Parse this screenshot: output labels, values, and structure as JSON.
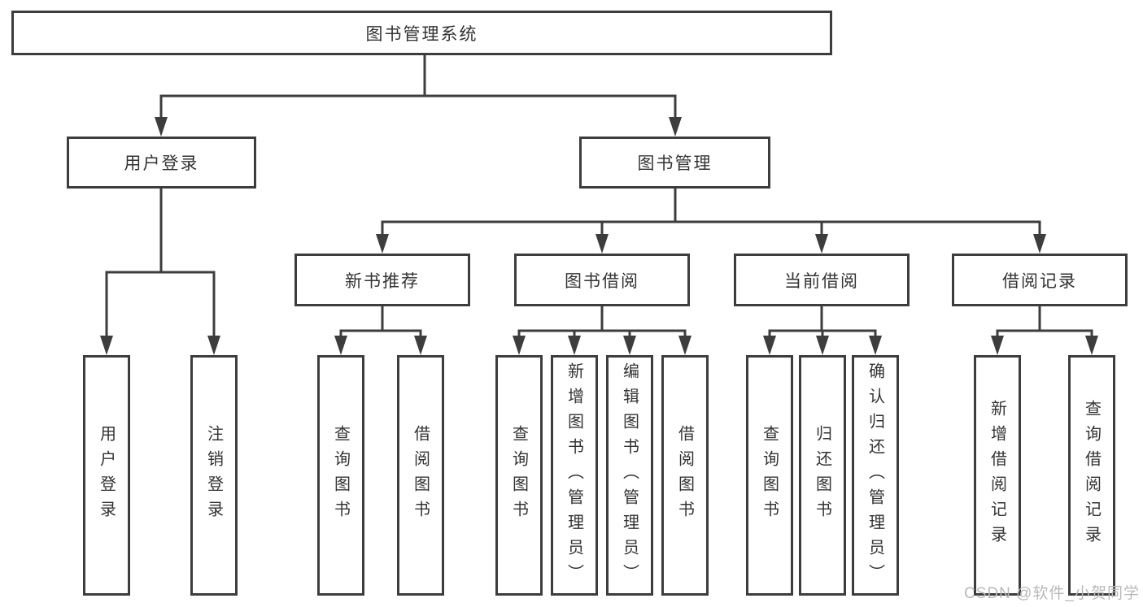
{
  "diagram": {
    "root": "图书管理系统",
    "level2": [
      "用户登录",
      "图书管理"
    ],
    "level3": [
      "新书推荐",
      "图书借阅",
      "当前借阅",
      "借阅记录"
    ],
    "children": {
      "user_login": [
        "用户登录",
        "注销登录"
      ],
      "new_book_recommend": [
        "查询图书",
        "借阅图书"
      ],
      "book_borrow": [
        "查询图书",
        "新增图书（管理员）",
        "编辑图书（管理员）",
        "借阅图书"
      ],
      "current_borrow": [
        "查询图书",
        "归还图书",
        "确认归还（管理员）"
      ],
      "borrow_records": [
        "新增借阅记录",
        "查询借阅记录"
      ]
    },
    "watermark": "CSDN @软件_小贺同学",
    "colors": {
      "line": "#3d3d3d",
      "text": "#333333",
      "watermark": "#b9b9b9",
      "background": "#ffffff"
    }
  }
}
